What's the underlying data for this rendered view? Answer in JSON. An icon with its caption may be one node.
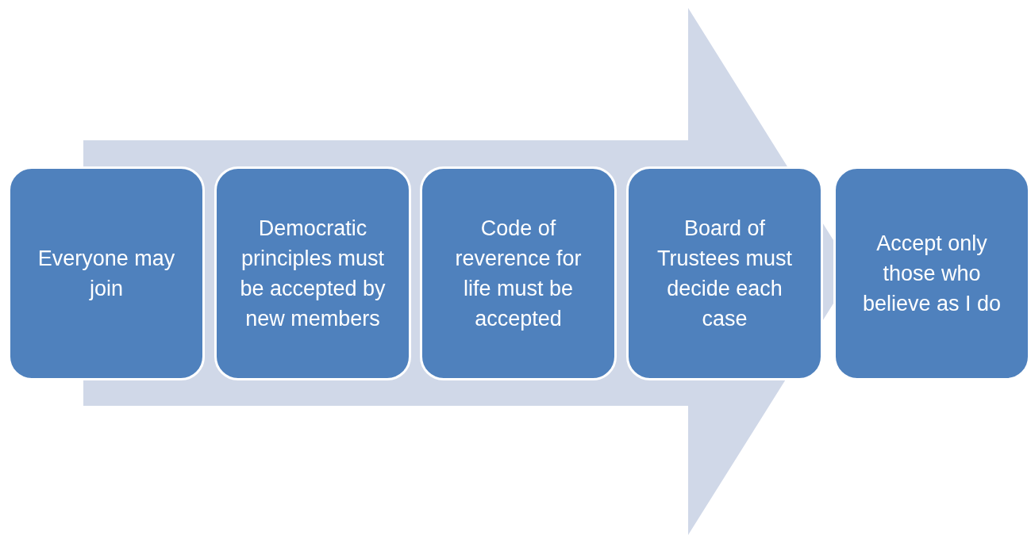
{
  "diagram": {
    "nodes": [
      {
        "text": [
          "Everyone may join"
        ]
      },
      {
        "text": [
          "Democratic principles must be accepted by new members"
        ]
      },
      {
        "text": [
          "Code of reverence for life must be accepted"
        ]
      },
      {
        "text": [
          "Board of Trustees must decide each case"
        ]
      },
      {
        "text": [
          "Accept only those who believe as I do"
        ]
      }
    ],
    "edges": [
      {
        "from": 0,
        "to": 4,
        "arrow": "to"
      }
    ]
  }
}
